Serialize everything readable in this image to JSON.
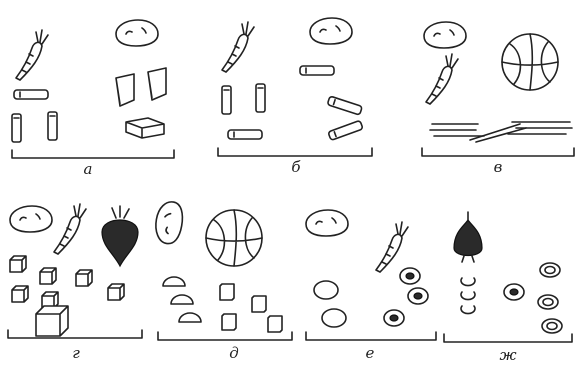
{
  "figure": {
    "panels": [
      {
        "id": "a",
        "label": "а",
        "items": [
          "carrot",
          "potato",
          "potato-bars",
          "potato-wedges",
          "potato-block"
        ]
      },
      {
        "id": "b",
        "label": "б",
        "items": [
          "carrot",
          "potato",
          "carrot-sticks",
          "potato-sticks"
        ]
      },
      {
        "id": "v",
        "label": "в",
        "items": [
          "potato",
          "carrot",
          "cabbage",
          "julienne-strips"
        ]
      },
      {
        "id": "g",
        "label": "г",
        "items": [
          "potato",
          "carrot",
          "beet",
          "small-cubes",
          "large-cubes"
        ]
      },
      {
        "id": "d",
        "label": "д",
        "items": [
          "potato",
          "cabbage",
          "half-slices",
          "squares"
        ]
      },
      {
        "id": "e",
        "label": "е",
        "items": [
          "potato",
          "carrot",
          "round-slices",
          "ring-slices"
        ]
      },
      {
        "id": "zh",
        "label": "ж",
        "items": [
          "onion",
          "onion-rings",
          "rings"
        ]
      }
    ],
    "colors": {
      "ink": "#222222",
      "background": "#ffffff"
    },
    "icons": [
      "carrot-icon",
      "potato-icon",
      "cabbage-icon",
      "beet-icon",
      "onion-icon"
    ]
  }
}
